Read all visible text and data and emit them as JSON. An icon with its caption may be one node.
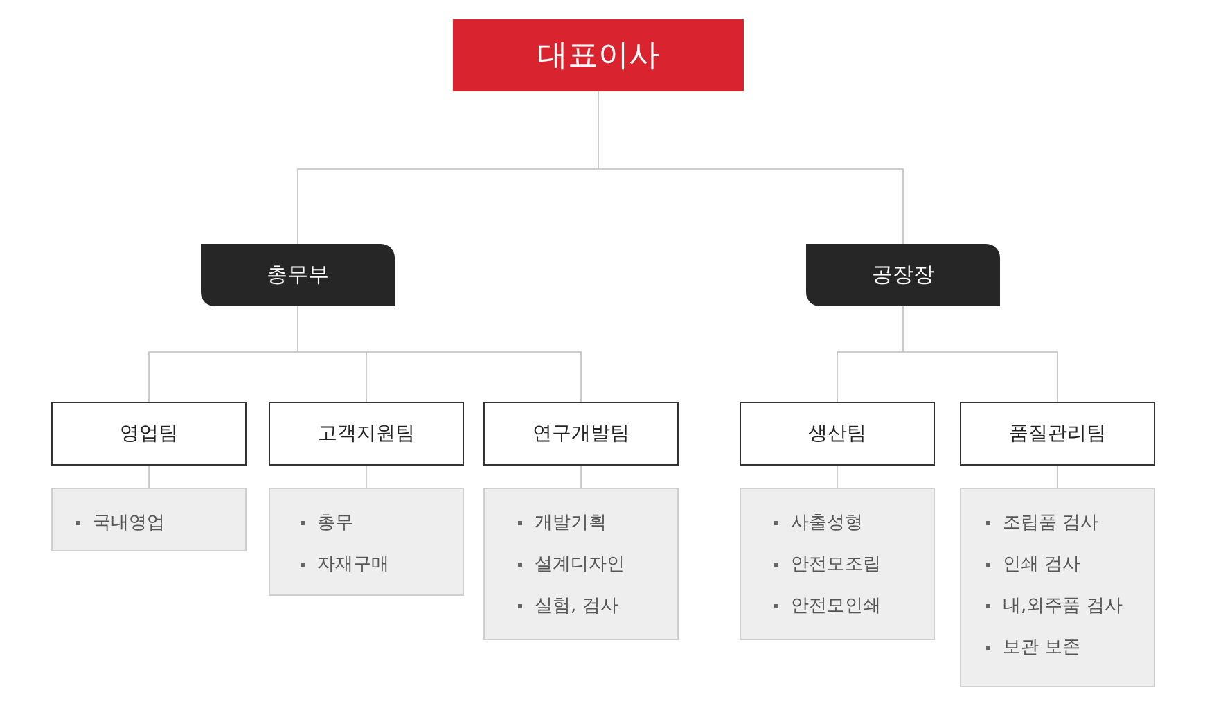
{
  "diagram": {
    "nodes": [
      {
        "text": [
          "대표이사"
        ]
      },
      {
        "text": [
          "총무부"
        ]
      },
      {
        "text": [
          "공장장"
        ]
      },
      {
        "text": [
          "영업팀"
        ]
      },
      {
        "text": [
          "고객지원팀"
        ]
      },
      {
        "text": [
          "연구개발팀"
        ]
      },
      {
        "text": [
          "생산팀"
        ]
      },
      {
        "text": [
          "품질관리팀"
        ]
      },
      {
        "text": [
          "국내영업"
        ]
      },
      {
        "text": [
          "총무",
          "자재구매"
        ]
      },
      {
        "text": [
          "개발기획",
          "설계디자인",
          "실험, 검사"
        ]
      },
      {
        "text": [
          "사출성형",
          "안전모조립",
          "안전모인쇄"
        ]
      },
      {
        "text": [
          "조립품 검사",
          "인쇄 검사",
          "내,외주품 검사",
          "보관 보존"
        ]
      }
    ],
    "edges": [
      {
        "from": 0,
        "to": 1,
        "arrow": "none"
      },
      {
        "from": 0,
        "to": 2,
        "arrow": "none"
      },
      {
        "from": 1,
        "to": 3,
        "arrow": "none"
      },
      {
        "from": 1,
        "to": 4,
        "arrow": "none"
      },
      {
        "from": 1,
        "to": 5,
        "arrow": "none"
      },
      {
        "from": 2,
        "to": 6,
        "arrow": "none"
      },
      {
        "from": 2,
        "to": 7,
        "arrow": "none"
      },
      {
        "from": 3,
        "to": 8,
        "arrow": "none"
      },
      {
        "from": 4,
        "to": 9,
        "arrow": "none"
      },
      {
        "from": 5,
        "to": 10,
        "arrow": "none"
      },
      {
        "from": 6,
        "to": 11,
        "arrow": "none"
      },
      {
        "from": 7,
        "to": 12,
        "arrow": "none"
      }
    ]
  }
}
